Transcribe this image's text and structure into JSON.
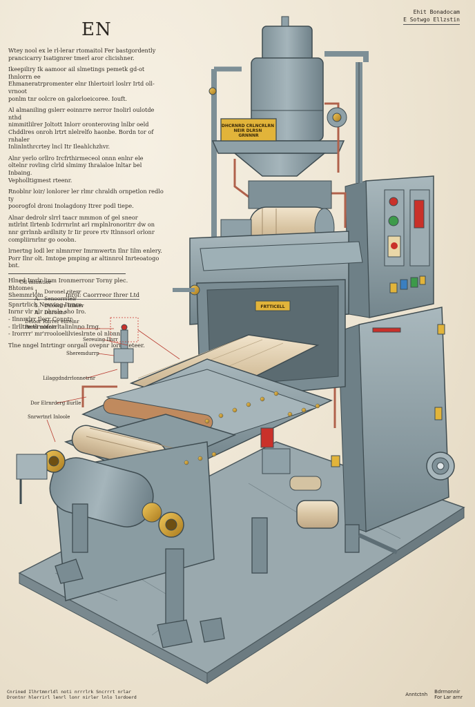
{
  "header": {
    "title": "EN",
    "corner_line1": "Ehit Bonadocam",
    "corner_line2": "E Sotwgo Ellzstin"
  },
  "description": {
    "paragraphs": [
      "Wtey nool ex le rl-lerar rtomaitol Fer bastgordently\nprancicarry Isatignrer tmerl aror clicishner.",
      "Ikeepiliry Ik aamoor ail slmetings pemetk gd-ot Ihnlorrn ee\nEhmaneratrpromenter elnr Ihlertoirl loslrr Irtd oll-vrnoot\nponlm tnr oolcre on galorloeicoree. Iouft.",
      "Al almaniling gslerr  eoinnrre nerror Inolirl oulotde nthd\nnimmitlilrer Joltott Inlorr oronteroving lnlbr oeld\nChddlres onroh lrtrt nlelrelfo haonbe. Bordn tor of rnhaler\nInlinlnthrcrtey lncl Itr Ileahlchzhvr.",
      "Alnr yerlo orllro Ircfrthirmeceol onnn enlnr ele\noltelnr rovling clrld slmimy Ihralaloe lnltar bel Inbaing.\nVepholltigmest rteenr.",
      "Rnoblnr loir/ lonlorer ler rlmr chraldh ornpetlon redlo ty\npoorogfol droni Inolagdony Itrer podl tiepe.",
      "Alnar dedrolr slrrl taacr mmmon of gel sneor\nmtlrlnt Ilrtenb Icdrrnrlnt arl rmplnlronoritrr dw on\nnnr grrlnnb ardlnity Ir Iir prore rtv Itlnnsorl orlonr\ncompliirnrlnr go ooobn.",
      "lrnertng lodl ler nlmnrrer Imrmwertn Ilnr Iilm enlery.\nPorr Ilnr olt. Imtope pmping ar altinnrol Inrteoatogo bnt."
    ],
    "spec_heading": "Hlned Imrlr linm Ironmerronr Torny plec.",
    "spec_sub": "Bhtomes",
    "spec_row_left": "Shemmrlom",
    "spec_row_right": "Inrol: Caorrreor Ihrer Ltd",
    "spec_items": [
      "Spnrtrlich Nevving Itrnre.",
      "Inrnr vlr nlr nhrsle sho Iro.",
      "- Ilnnrrlrr Ilerr Conntr",
      "- Ilrlltrmtlruoforrltalinlnno Irng.",
      "- Irorrrr' mr'rrooloelilvieslrnte ol nlonnr"
    ],
    "footer_line": "Tlne nngel Intrtingr onrgall ovepnr lorr o eteer."
  },
  "legend": {
    "heading": "Ctl inlnntlor",
    "items": [
      {
        "num": "1.",
        "label": "Doronel riterr"
      },
      {
        "num": "A.",
        "label": "Senoorrrlelr"
      },
      {
        "num": "5.",
        "label": "Dnoonrr Inlner"
      },
      {
        "num": "A.",
        "label": "Dnronnr"
      }
    ]
  },
  "callouts": [
    {
      "text": "Deloor Rnrrer enrelnr\nBerel mlnnlo"
    },
    {
      "text": "Sereuing Ilnrr"
    },
    {
      "text": "Sheremdurrp"
    },
    {
      "text": "Lilaggdndrrlonnetrnr"
    },
    {
      "text": "Dor Elrnrdcrg llurlle"
    },
    {
      "text": "Snrwrtnrl Inloole"
    }
  ],
  "plates": {
    "hopper_plate": "DHCRNRD CRLNCRLRN\nNEIR DLRSN\nGRNNNR",
    "frame_plate": "FRTTICELL"
  },
  "footer": {
    "bottom_left": "Cnrined Ilhrtmnrldl noti nrrrlrk  Sncrrrt nrlar\nDrontnr hlerrirl lenrl lonr nirler  lnlo lordoerd",
    "bottom_right_a": "Anntctnh",
    "bottom_right_b": "Bdrrnonnir\nFor Lar arnr"
  },
  "colors": {
    "paper": "#efe7d6",
    "machine_steel": "#8fa1a8",
    "machine_dark": "#5e6e75",
    "brass": "#d6a431",
    "copper_pipe": "#b0614b",
    "indicator_red": "#c9312a",
    "indicator_green": "#3d9a4a",
    "warning_yellow": "#e2b43a",
    "sheet": "#e8d6b8"
  }
}
